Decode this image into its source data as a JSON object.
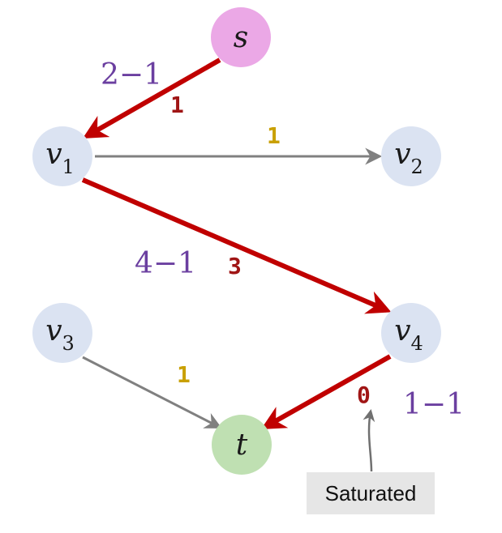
{
  "colors": {
    "augment": "#c00000",
    "normal": "#808080",
    "flow_augment": "#a01515",
    "flow_normal": "#c9a000",
    "capacity": "#6b3fa0",
    "node_default": "#dbe3f2",
    "node_source": "#eba8e6",
    "node_sink": "#bfe0b2"
  },
  "nodes": [
    {
      "id": "s",
      "label": "s",
      "sub": ""
    },
    {
      "id": "v1",
      "label": "v",
      "sub": "1"
    },
    {
      "id": "v2",
      "label": "v",
      "sub": "2"
    },
    {
      "id": "v3",
      "label": "v",
      "sub": "3"
    },
    {
      "id": "v4",
      "label": "v",
      "sub": "4"
    },
    {
      "id": "t",
      "label": "t",
      "sub": ""
    }
  ],
  "edges": [
    {
      "from": "s",
      "to": "v1",
      "kind": "augment",
      "flow": "1",
      "capacity": "2−1"
    },
    {
      "from": "v1",
      "to": "v2",
      "kind": "normal",
      "flow": "1",
      "capacity": ""
    },
    {
      "from": "v1",
      "to": "v4",
      "kind": "augment",
      "flow": "3",
      "capacity": "4−1"
    },
    {
      "from": "v3",
      "to": "t",
      "kind": "normal",
      "flow": "1",
      "capacity": ""
    },
    {
      "from": "v4",
      "to": "t",
      "kind": "augment",
      "flow": "0",
      "capacity": "1−1"
    }
  ],
  "callout": {
    "text": "Saturated",
    "target_edge": "v4-t"
  }
}
